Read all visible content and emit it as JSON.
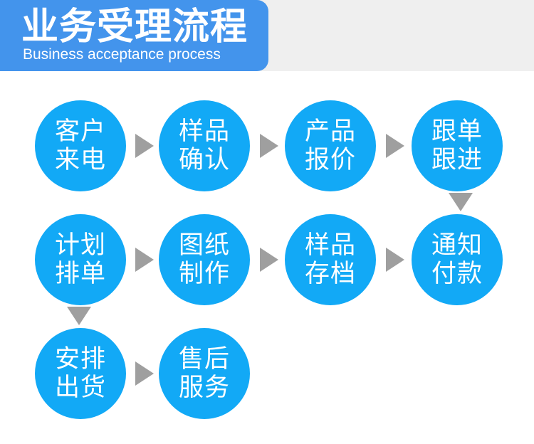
{
  "header": {
    "title": "业务受理流程",
    "subtitle": "Business acceptance process"
  },
  "steps": [
    {
      "l1": "客户",
      "l2": "来电"
    },
    {
      "l1": "样品",
      "l2": "确认"
    },
    {
      "l1": "产品",
      "l2": "报价"
    },
    {
      "l1": "跟单",
      "l2": "跟进"
    },
    {
      "l1": "计划",
      "l2": "排单"
    },
    {
      "l1": "图纸",
      "l2": "制作"
    },
    {
      "l1": "样品",
      "l2": "存档"
    },
    {
      "l1": "通知",
      "l2": "付款"
    },
    {
      "l1": "安排",
      "l2": "出货"
    },
    {
      "l1": "售后",
      "l2": "服务"
    }
  ],
  "colors": {
    "banner": "#4394ec",
    "circle": "#12a9f6",
    "arrow": "#9f9f9f"
  }
}
